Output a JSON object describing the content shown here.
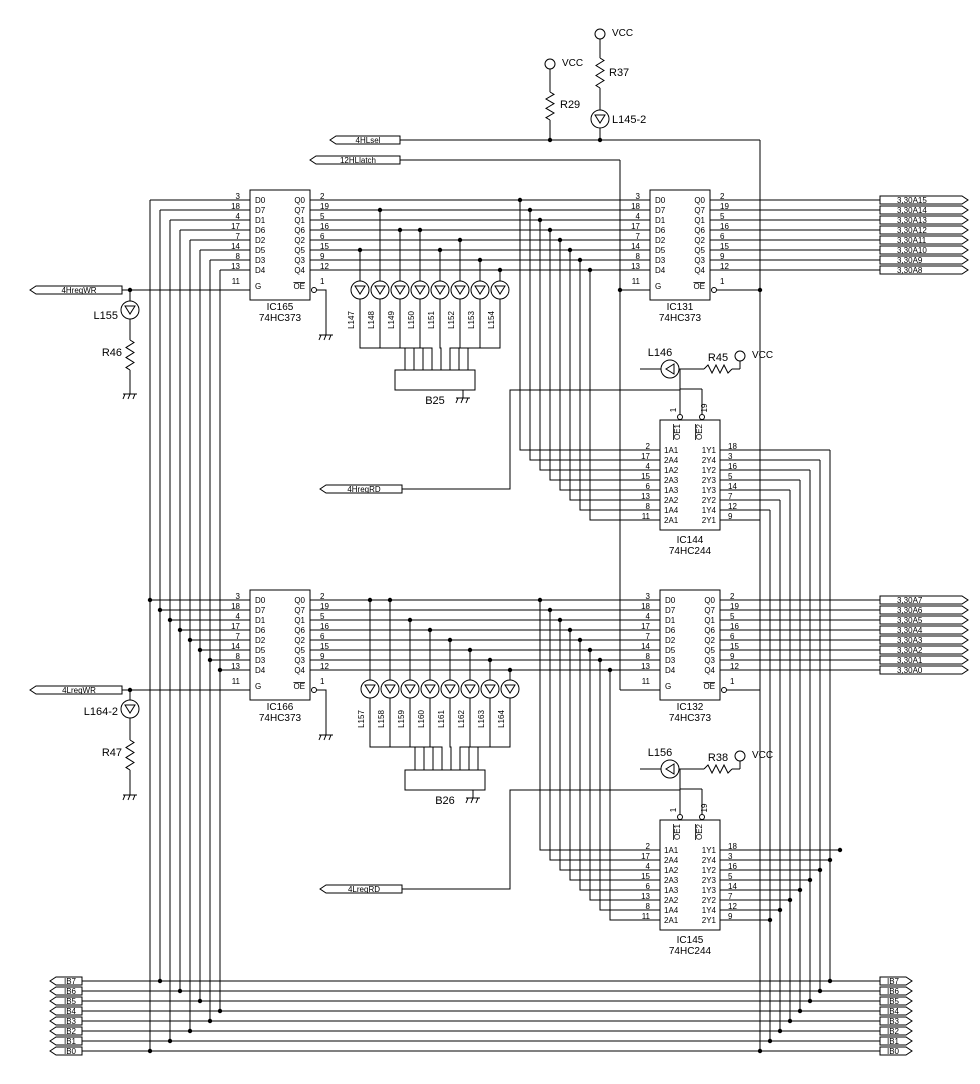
{
  "power": {
    "vcc": "VCC"
  },
  "bus": {
    "left": [
      "IB7",
      "IB6",
      "IB5",
      "IB4",
      "IB3",
      "IB2",
      "IB1",
      "IB0"
    ],
    "right": [
      "IB7",
      "IB6",
      "IB5",
      "IB4",
      "IB3",
      "IB2",
      "IB1",
      "IB0"
    ]
  },
  "signals": {
    "hsel": "4HLsel",
    "hlatch": "12HLlatch",
    "hregwr": "4HregWR",
    "hregrd": "4HregRD",
    "lregwr": "4LregWR",
    "lregrd": "4LregRD"
  },
  "addr_hi": [
    "3,30A15",
    "3,30A14",
    "3,30A13",
    "3,30A12",
    "3,30A11",
    "3,30A10",
    "3,30A9",
    "3,30A8"
  ],
  "addr_lo": [
    "3,30A7",
    "3,30A6",
    "3,30A5",
    "3,30A4",
    "3,30A3",
    "3,30A2",
    "3,30A1",
    "3,30A0"
  ],
  "latch_pins": {
    "in_names": [
      "D0",
      "D7",
      "D1",
      "D6",
      "D2",
      "D5",
      "D3",
      "D4"
    ],
    "in_nums": [
      "3",
      "18",
      "4",
      "17",
      "7",
      "14",
      "8",
      "13"
    ],
    "out_names": [
      "Q0",
      "Q7",
      "Q1",
      "Q6",
      "Q2",
      "Q5",
      "Q3",
      "Q4"
    ],
    "out_nums": [
      "2",
      "19",
      "5",
      "16",
      "6",
      "15",
      "9",
      "12"
    ],
    "g": "G",
    "oe": "OE",
    "g_num": "11",
    "oe_num": "1"
  },
  "buf_pins": {
    "in_names": [
      "1A1",
      "2A4",
      "1A2",
      "2A3",
      "1A3",
      "2A2",
      "1A4",
      "2A1"
    ],
    "in_nums": [
      "2",
      "17",
      "4",
      "15",
      "6",
      "13",
      "8",
      "11"
    ],
    "out_names": [
      "1Y1",
      "2Y4",
      "1Y2",
      "2Y3",
      "1Y3",
      "2Y2",
      "1Y4",
      "2Y1"
    ],
    "out_nums": [
      "18",
      "3",
      "16",
      "5",
      "14",
      "7",
      "12",
      "9"
    ],
    "oe1": "OE1",
    "oe2": "OE2",
    "oe1_num": "1",
    "oe2_num": "19"
  },
  "chips": {
    "ic165": {
      "ref": "IC165",
      "part": "74HC373"
    },
    "ic131": {
      "ref": "IC131",
      "part": "74HC373"
    },
    "ic166": {
      "ref": "IC166",
      "part": "74HC373"
    },
    "ic132": {
      "ref": "IC132",
      "part": "74HC373"
    },
    "ic144": {
      "ref": "IC144",
      "part": "74HC244"
    },
    "ic145": {
      "ref": "IC145",
      "part": "74HC244"
    }
  },
  "leds_top": [
    "L147",
    "L148",
    "L149",
    "L150",
    "L151",
    "L152",
    "L153",
    "L154"
  ],
  "leds_bot": [
    "L157",
    "L158",
    "L159",
    "L160",
    "L161",
    "L162",
    "L163",
    "L164"
  ],
  "parts": {
    "r29": "R29",
    "r37": "R37",
    "l145": "L145-2",
    "l155": "L155",
    "r46": "R46",
    "l164": "L164-2",
    "r47": "R47",
    "l146": "L146",
    "r45": "R45",
    "l156": "L156",
    "r38": "R38",
    "b25": "B25",
    "b26": "B26"
  }
}
